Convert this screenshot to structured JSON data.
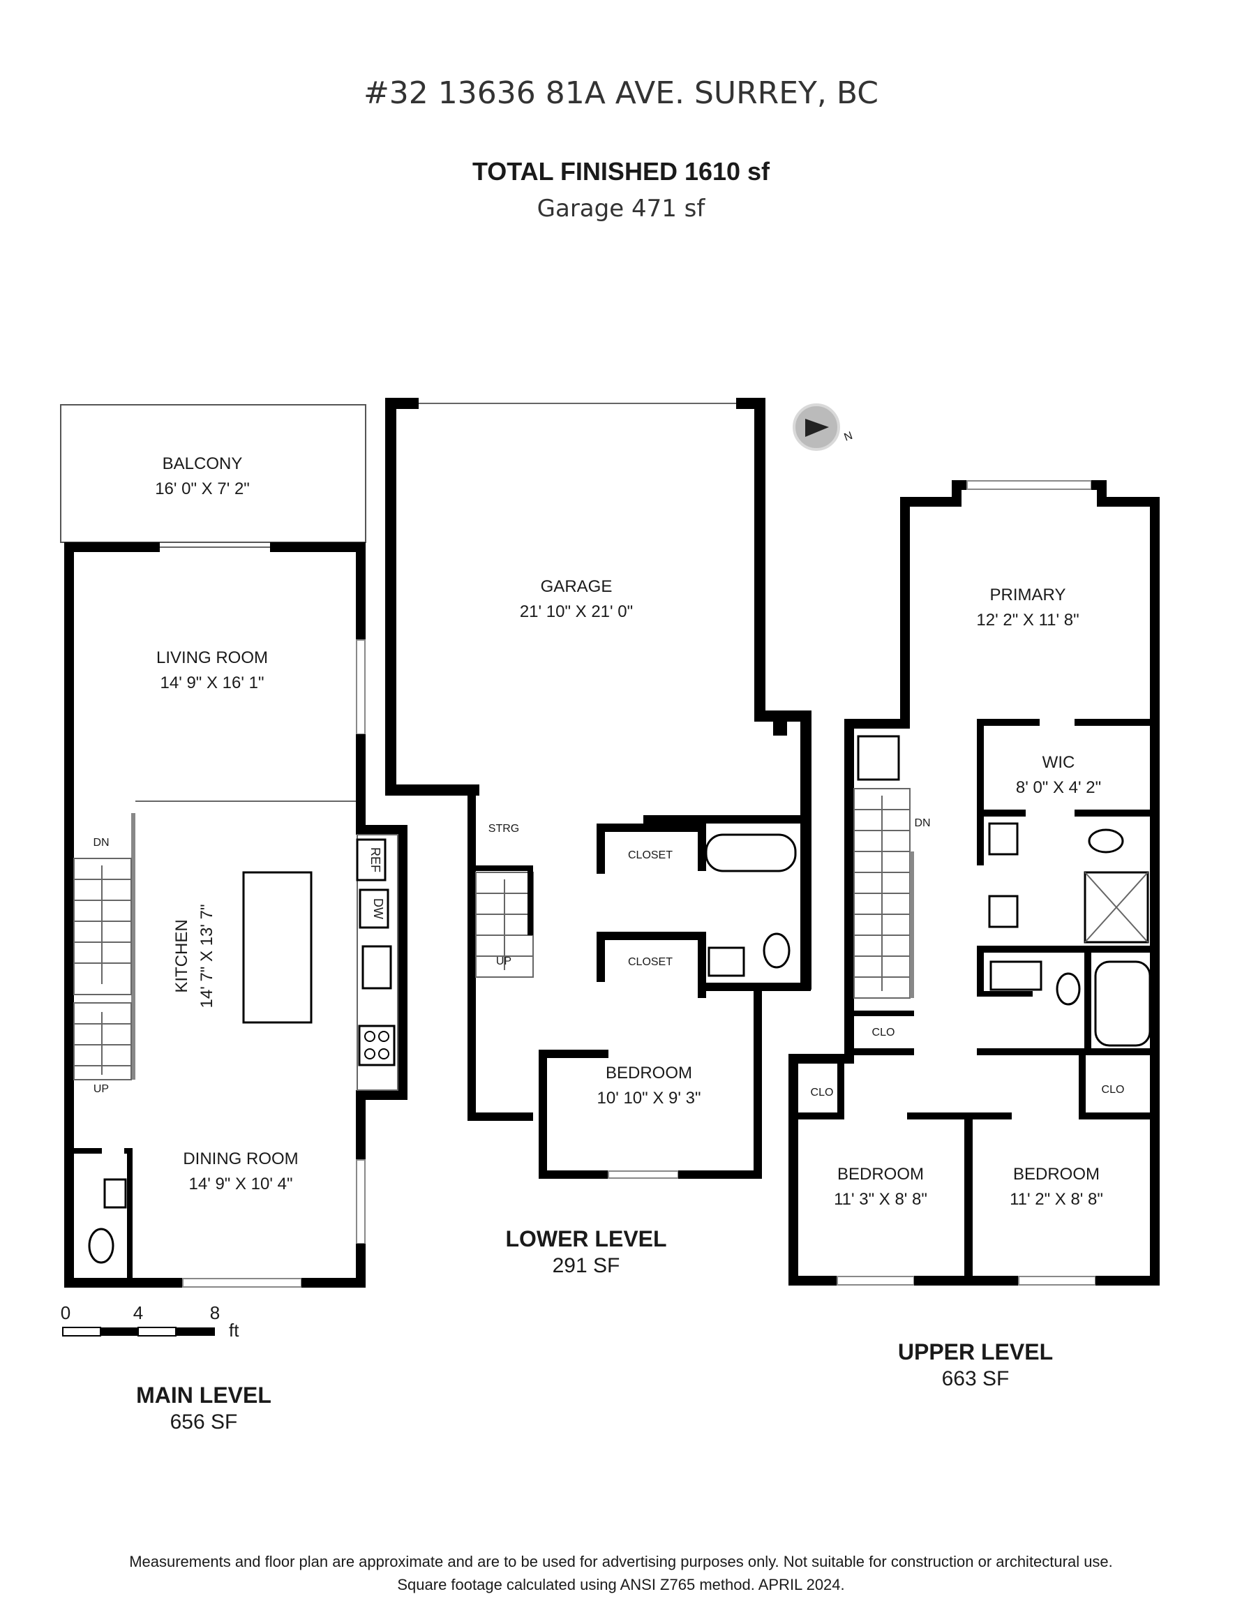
{
  "header": {
    "address": "#32 13636 81A AVE. SURREY, BC",
    "total": "TOTAL FINISHED 1610 sf",
    "garage": "Garage  471 sf"
  },
  "main_level": {
    "title": "MAIN LEVEL",
    "area": "656 SF",
    "rooms": {
      "balcony": {
        "name": "BALCONY",
        "dims": "16' 0\" X 7' 2\""
      },
      "living": {
        "name": "LIVING ROOM",
        "dims": "14' 9\" X 16' 1\""
      },
      "kitchen": {
        "name": "KITCHEN",
        "dims": "14' 7\" X 13' 7\""
      },
      "dining": {
        "name": "DINING ROOM",
        "dims": "14' 9\" X 10' 4\""
      }
    },
    "labels": {
      "ref": "REF",
      "dw": "DW",
      "dn": "DN",
      "up": "UP"
    }
  },
  "lower_level": {
    "title": "LOWER LEVEL",
    "area": "291 SF",
    "rooms": {
      "garage": {
        "name": "GARAGE",
        "dims": "21' 10\" X 21' 0\""
      },
      "bedroom": {
        "name": "BEDROOM",
        "dims": "10' 10\" X 9' 3\""
      }
    },
    "labels": {
      "strg": "STRG",
      "closet1": "CLOSET",
      "closet2": "CLOSET",
      "up": "UP"
    }
  },
  "upper_level": {
    "title": "UPPER LEVEL",
    "area": "663 SF",
    "rooms": {
      "primary": {
        "name": "PRIMARY",
        "dims": "12' 2\" X 11' 8\""
      },
      "wic": {
        "name": "WIC",
        "dims": "8' 0\" X 4' 2\""
      },
      "bedroom1": {
        "name": "BEDROOM",
        "dims": "11' 3\" X 8' 8\""
      },
      "bedroom2": {
        "name": "BEDROOM",
        "dims": "11' 2\" X 8' 8\""
      }
    },
    "labels": {
      "dn": "DN",
      "clo1": "CLO",
      "clo2": "CLO",
      "clo3": "CLO"
    }
  },
  "scale": {
    "ticks": [
      "0",
      "4",
      "8"
    ],
    "unit": "ft"
  },
  "compass": {
    "label": "N"
  },
  "footer": {
    "line1": "Measurements and floor plan are approximate and are to be used for advertising purposes only. Not suitable for construction or architectural use.",
    "line2": "Square footage calculated using ANSI Z765 method. APRIL 2024."
  }
}
